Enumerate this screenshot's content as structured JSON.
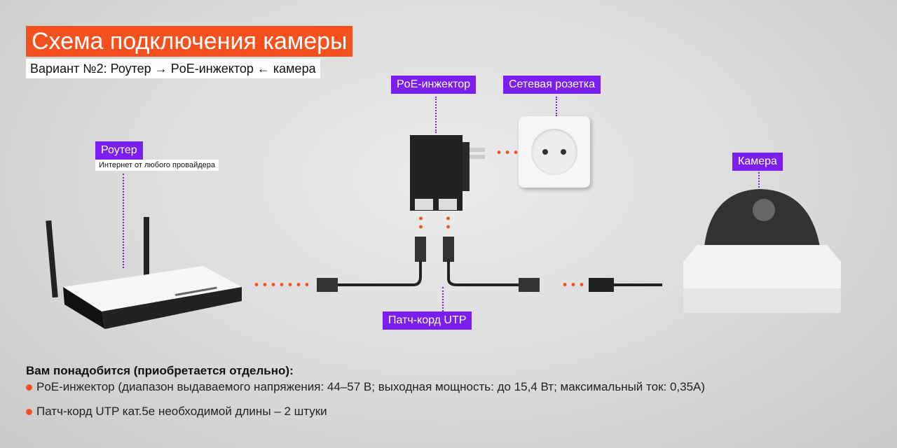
{
  "title": "Схема подключения камеры",
  "subtitle": "Вариант №2: Роутер → PoE-инжектор ← камера",
  "labels": {
    "router": "Роутер",
    "router_note": "Интернет от любого провайдера",
    "injector": "PoE-инжектор",
    "socket": "Сетевая розетка",
    "camera": "Камера",
    "patch": "Патч-корд UTP"
  },
  "requirements": {
    "heading": "Вам понадобится (приобретается отдельно):",
    "items": [
      "PoE-инжектор (диапазон выдаваемого напряжения: 44–57 В; выходная мощность: до 15,4 Вт; максимальный ток: 0,35А)",
      "Патч-корд UTP кат.5е необходимой длины – 2 штуки"
    ]
  },
  "colors": {
    "accent": "#f4511e",
    "label": "#7a1ff0"
  }
}
